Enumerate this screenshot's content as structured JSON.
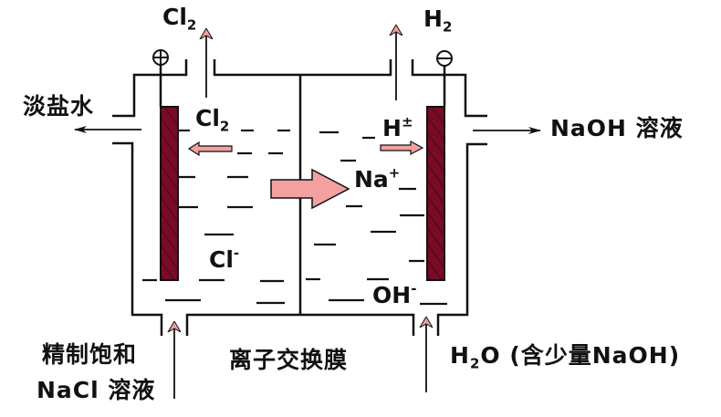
{
  "title": "氯碱工业 离子交换膜电解槽",
  "labels": {
    "cl2_top": {
      "main": "Cl",
      "sub": "2"
    },
    "h2_top": {
      "main": "H",
      "sub": "2"
    },
    "anode_sign": "⊕",
    "cathode_sign": "⊖",
    "dilute_brine": "淡盐水",
    "naoh_solution": "NaOH 溶液",
    "cl2_inside": {
      "main": "Cl",
      "sub": "2"
    },
    "h_ion": {
      "main": "H",
      "sup": "±"
    },
    "na_ion": {
      "main": "Na",
      "sup": "+"
    },
    "cl_ion": {
      "main": "Cl",
      "sup": "-"
    },
    "oh_ion": {
      "main": "OH",
      "sup": "-"
    },
    "feed_left_line1": "精制饱和",
    "feed_left_line2": "NaCl 溶液",
    "membrane": "离子交换膜",
    "feed_right": {
      "pre": "H",
      "sub": "2",
      "post": "O (含少量NaOH)"
    }
  },
  "colors": {
    "electrode": "#7a0a26",
    "arrow_fill": "#f2a0a0",
    "line": "#111111"
  }
}
